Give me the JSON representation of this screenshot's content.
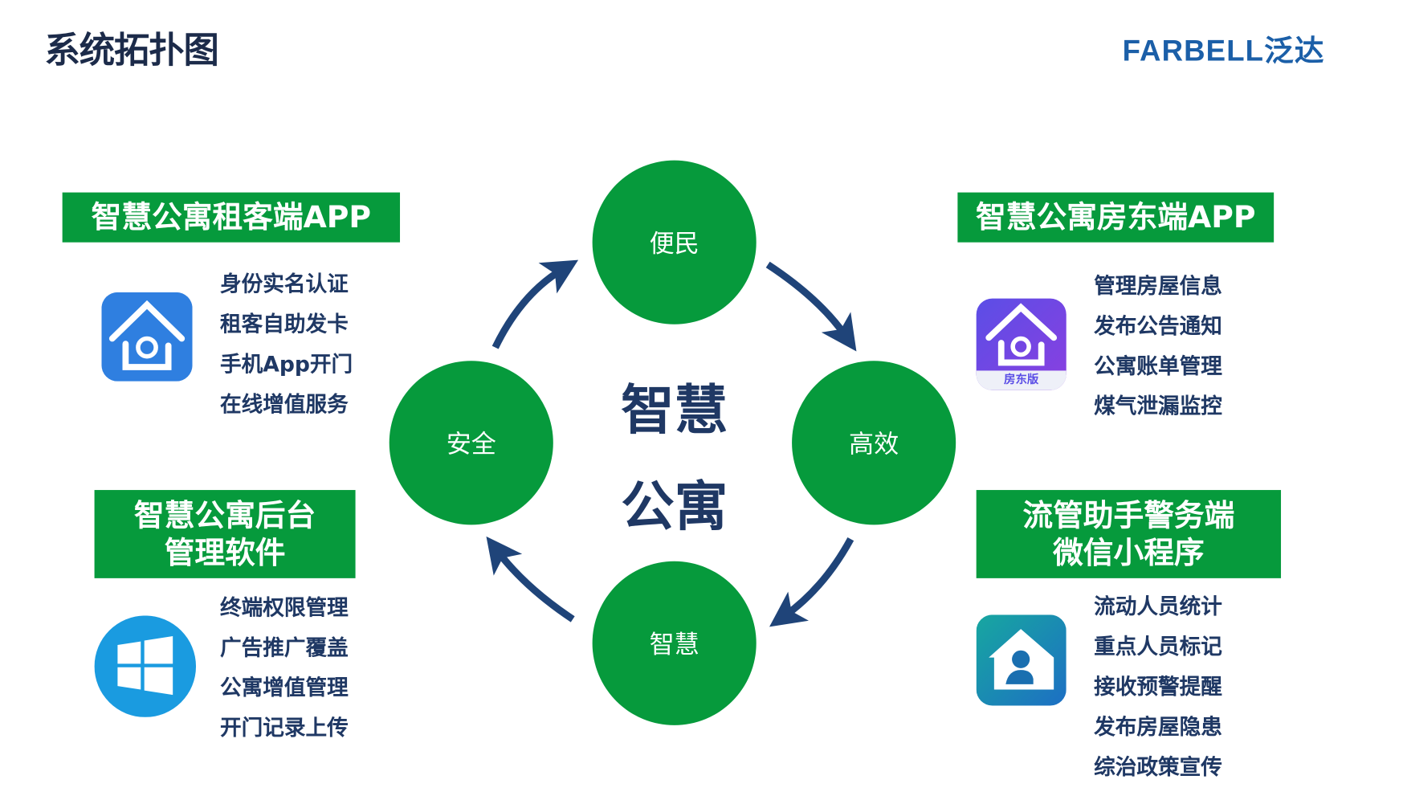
{
  "header": {
    "title": "系统拓扑图",
    "logo": "FARBELL泛达"
  },
  "center": {
    "line1": "智慧",
    "line2": "公寓"
  },
  "cycle": [
    "便民",
    "高效",
    "智慧",
    "安全"
  ],
  "colors": {
    "green": "#069a3c",
    "navy": "#1f3864",
    "arrow": "#1f4479"
  },
  "modules": [
    {
      "title": "智慧公寓租客端APP",
      "icon": "tenant-app-icon",
      "items": [
        "身份实名认证",
        "租客自助发卡",
        "手机App开门",
        "在线增值服务"
      ]
    },
    {
      "title": "智慧公寓房东端APP",
      "icon": "landlord-app-icon",
      "icon_label": "房东版",
      "items": [
        "管理房屋信息",
        "发布公告通知",
        "公寓账单管理",
        "煤气泄漏监控"
      ]
    },
    {
      "title_line1": "智慧公寓后台",
      "title_line2": "管理软件",
      "icon": "windows-icon",
      "items": [
        "终端权限管理",
        "广告推广覆盖",
        "公寓增值管理",
        "开门记录上传"
      ]
    },
    {
      "title_line1": "流管助手警务端",
      "title_line2": "微信小程序",
      "icon": "police-miniprogram-icon",
      "items": [
        "流动人员统计",
        "重点人员标记",
        "接收预警提醒",
        "发布房屋隐患",
        "综治政策宣传"
      ]
    }
  ]
}
